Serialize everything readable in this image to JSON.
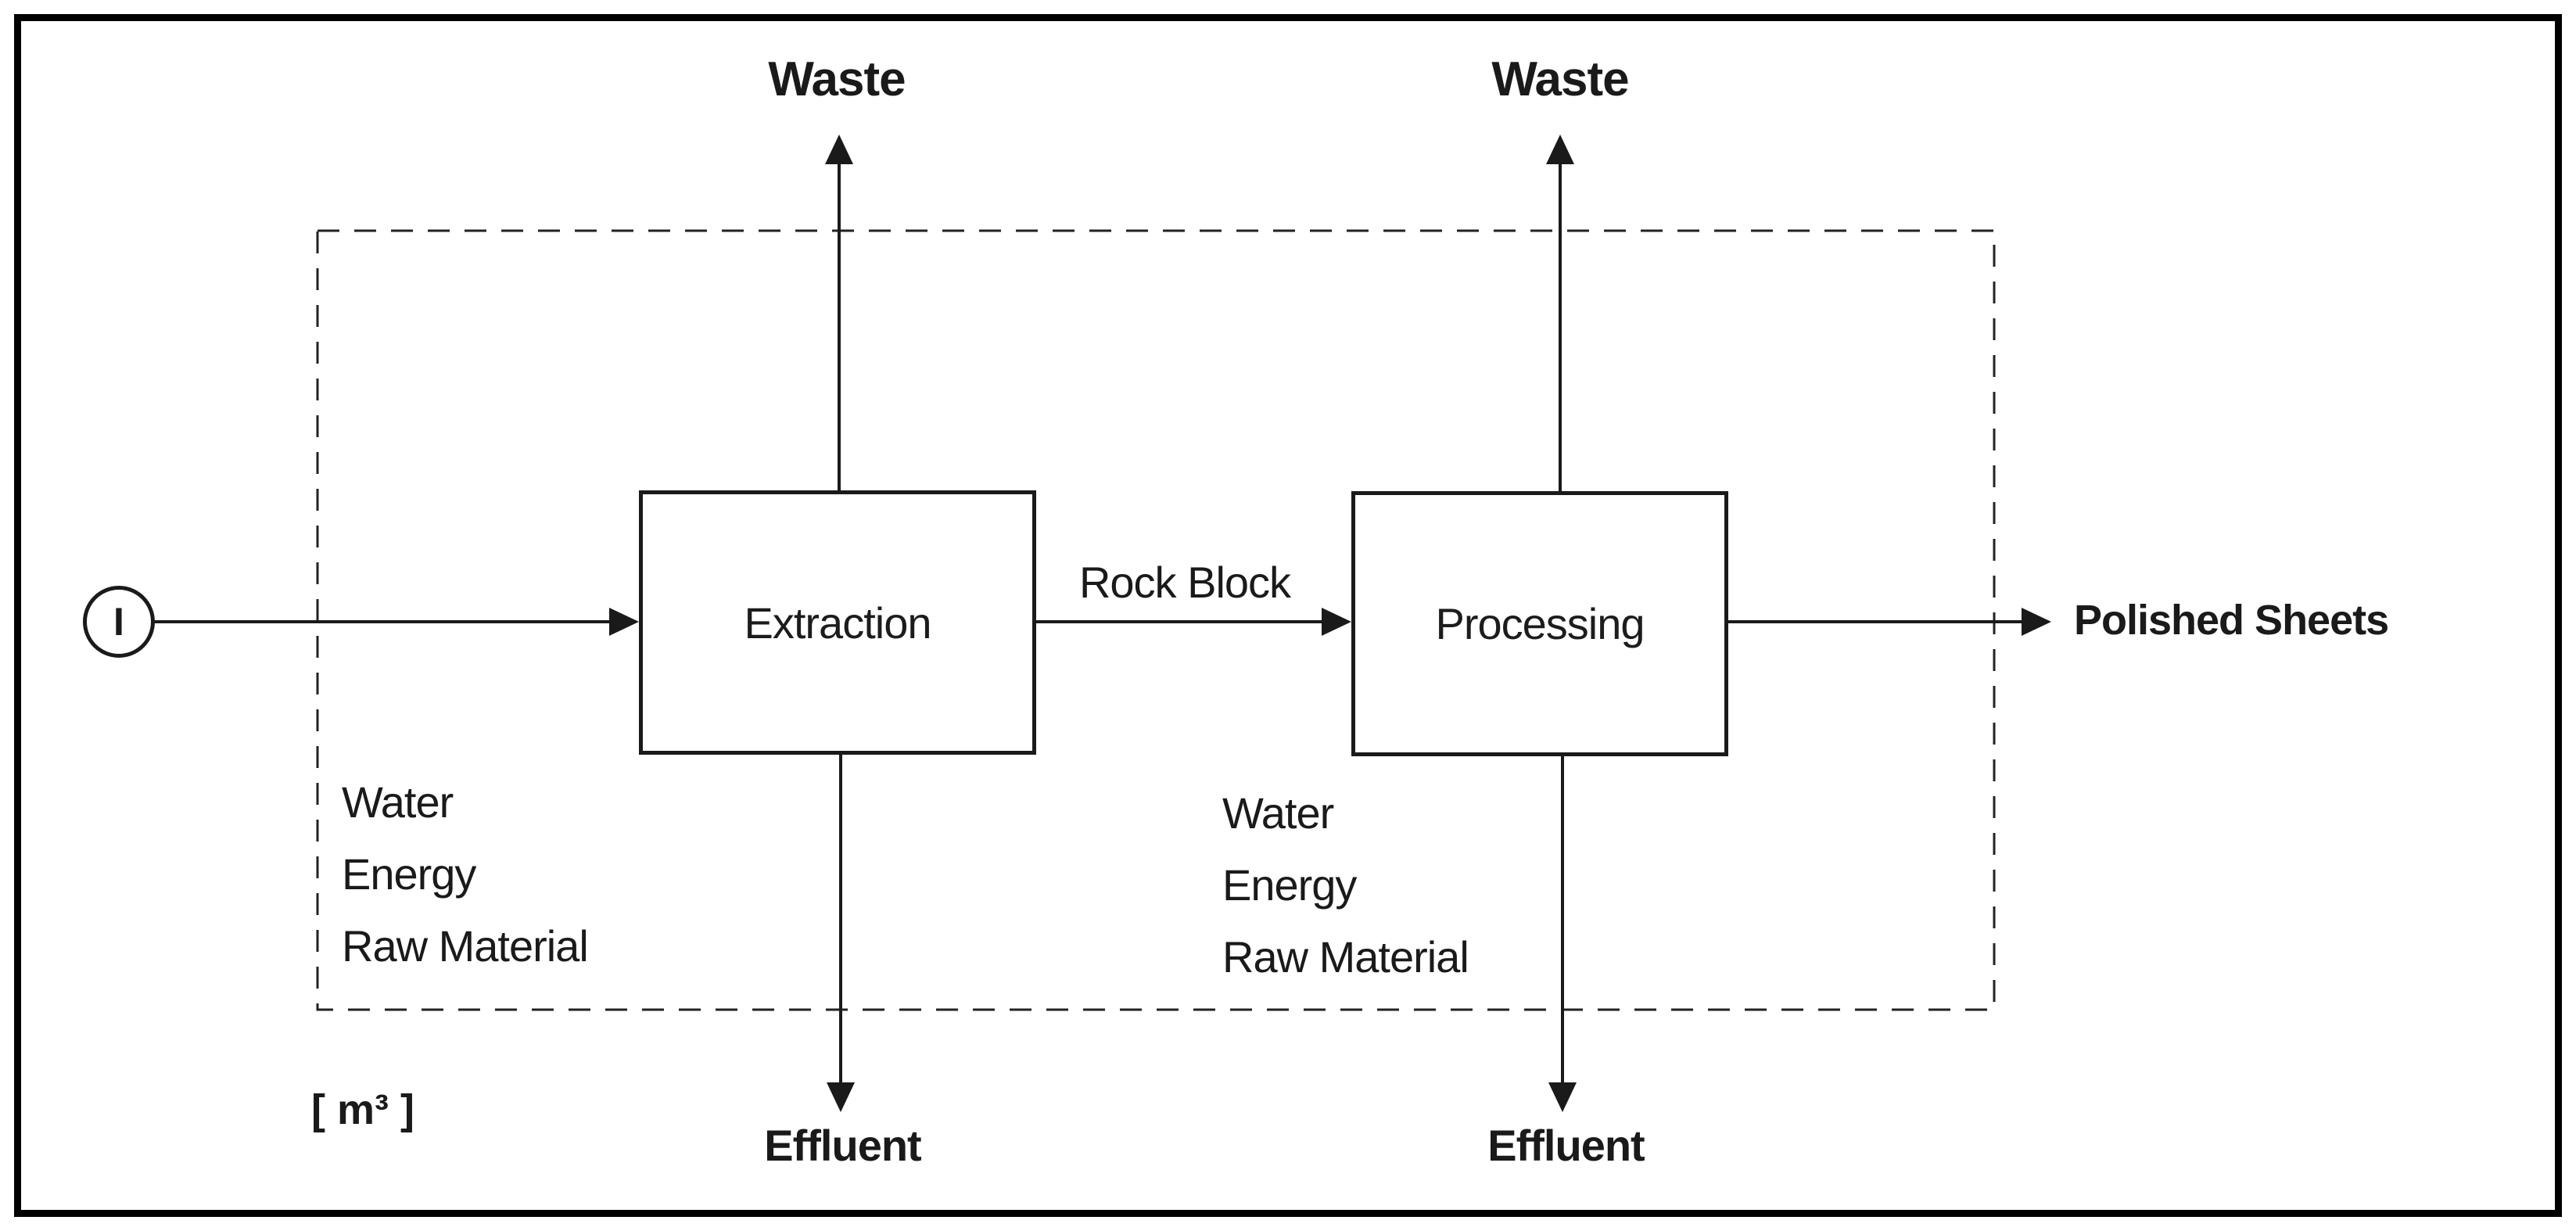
{
  "unit_label": "[ m³ ]",
  "input_node": {
    "label": "I"
  },
  "stages": [
    {
      "label": "Extraction",
      "waste_label": "Waste",
      "effluent_label": "Effluent",
      "inputs": [
        "Water",
        "Energy",
        "Raw Material"
      ]
    },
    {
      "label": "Processing",
      "waste_label": "Waste",
      "effluent_label": "Effluent",
      "inputs": [
        "Water",
        "Energy",
        "Raw Material"
      ]
    }
  ],
  "flows": {
    "intermediate_label": "Rock Block",
    "final_output_label": "Polished Sheets"
  },
  "colors": {
    "ink": "#1a1a1a",
    "frame": "#000000",
    "background": "#ffffff"
  }
}
